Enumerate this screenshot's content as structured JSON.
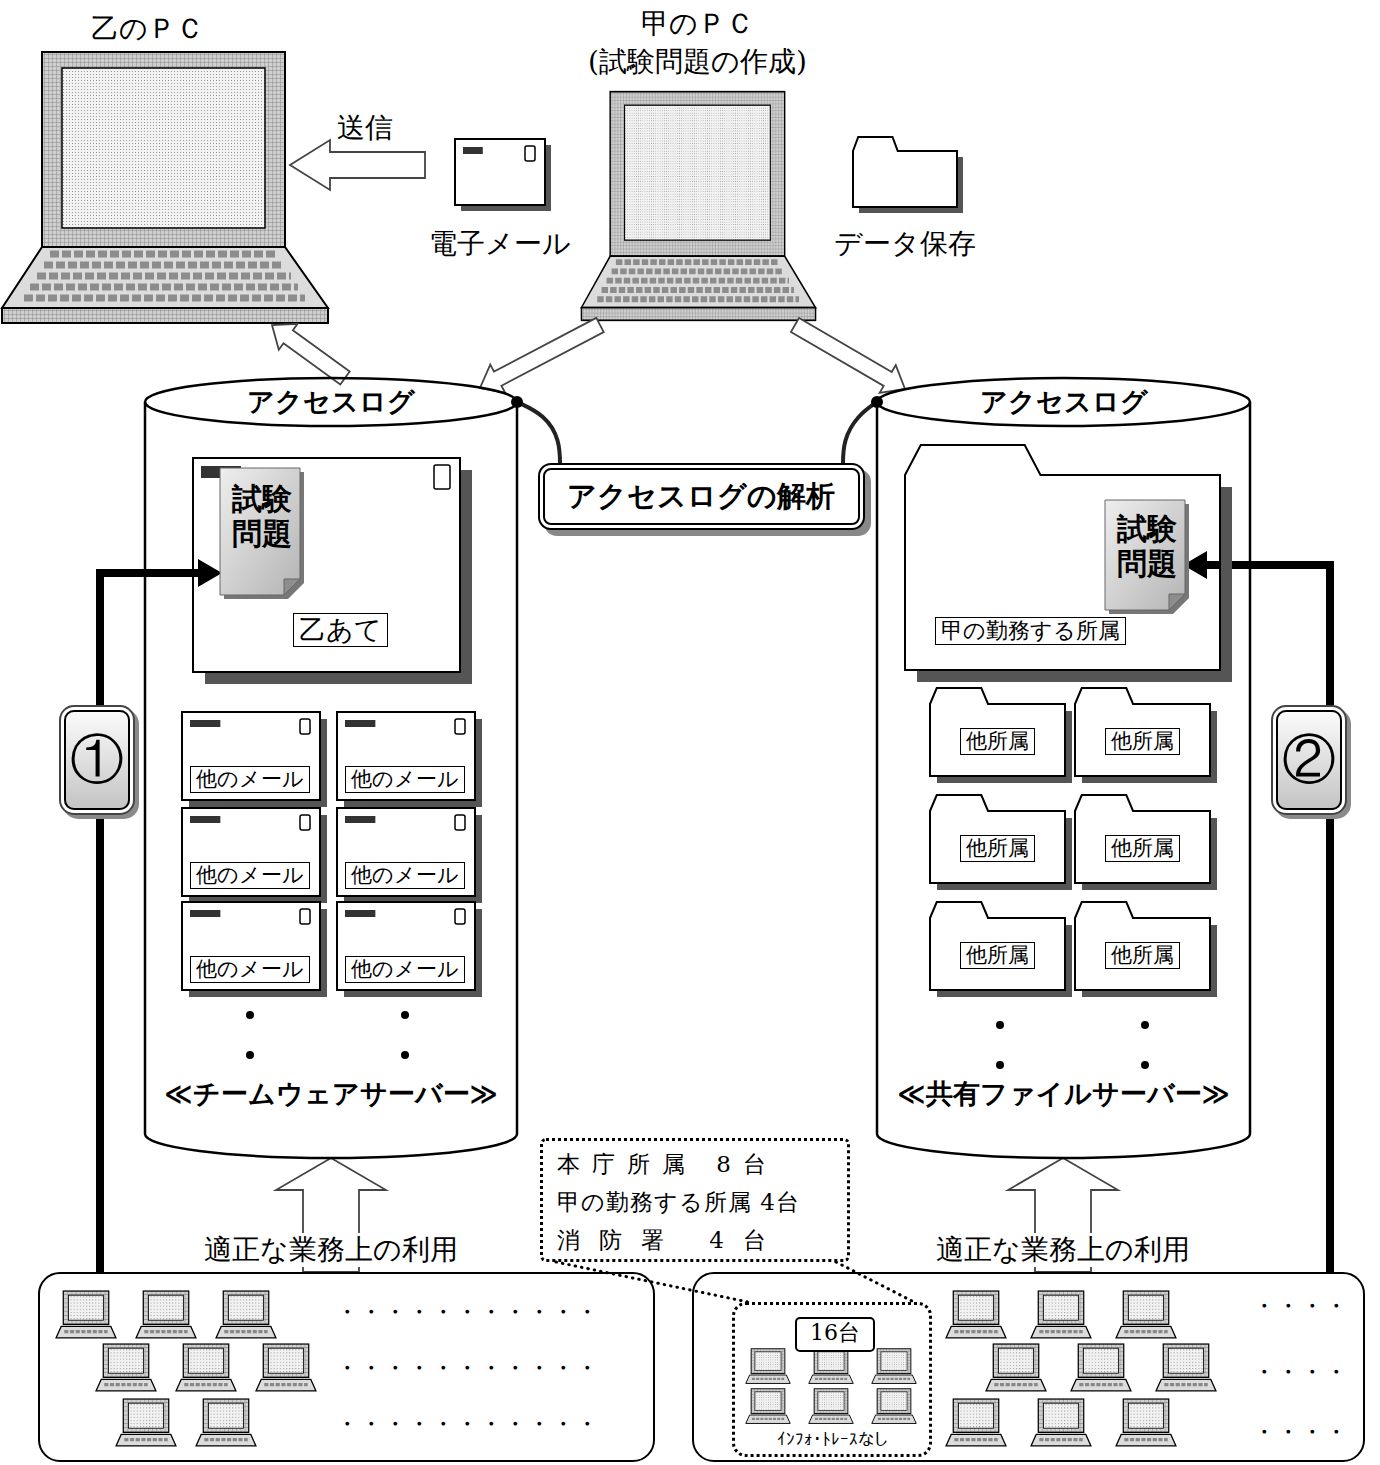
{
  "diagram": {
    "nodes": [
      {
        "text": [
          "乙のＰＣ"
        ]
      },
      {
        "text": [
          "甲のＰＣ",
          "(試験問題の作成)"
        ]
      },
      {
        "text": [
          "電子メール"
        ]
      },
      {
        "text": [
          "データ保存"
        ]
      },
      {
        "text": [
          "アクセスログ",
          "≪チームウェアサーバー≫"
        ]
      },
      {
        "text": [
          "乙あて"
        ],
        "in": 4
      },
      {
        "text": [
          "試験問題"
        ],
        "in": 5
      },
      {
        "text": [
          "他のメール"
        ],
        "in": 4
      },
      {
        "text": [
          "他のメール"
        ],
        "in": 4
      },
      {
        "text": [
          "他のメール"
        ],
        "in": 4
      },
      {
        "text": [
          "他のメール"
        ],
        "in": 4
      },
      {
        "text": [
          "他のメール"
        ],
        "in": 4
      },
      {
        "text": [
          "他のメール"
        ],
        "in": 4
      },
      {
        "text": [
          "アクセスログの解析"
        ]
      },
      {
        "text": [
          "アクセスログ",
          "≪共有ファイルサーバー≫"
        ]
      },
      {
        "text": [
          "甲の勤務する所属"
        ],
        "in": 14
      },
      {
        "text": [
          "試験問題"
        ],
        "in": 15
      },
      {
        "text": [
          "他所属"
        ],
        "in": 14
      },
      {
        "text": [
          "他所属"
        ],
        "in": 14
      },
      {
        "text": [
          "他所属"
        ],
        "in": 14
      },
      {
        "text": [
          "他所属"
        ],
        "in": 14
      },
      {
        "text": [
          "他所属"
        ],
        "in": 14
      },
      {
        "text": [
          "他所属"
        ],
        "in": 14
      },
      {
        "text": [
          "本庁所属 8台",
          "甲の勤務する所属 4台",
          "消防署 4台"
        ]
      },
      {
        "text": [
          "・・・・・・・・・・・",
          "・・・・・・・・・・・",
          "・・・・・・・・・・・"
        ]
      },
      {
        "text": [
          "・・・・",
          "・・・・",
          "・・・・"
        ]
      },
      {
        "text": [
          "ｲﾝﾌｫ・ﾄﾚｰｽなし"
        ],
        "in": 25
      },
      {
        "text": [
          "16台"
        ],
        "in": 26
      }
    ],
    "edges": [
      {
        "from": 2,
        "to": 0,
        "label": "送信",
        "arrow": "to"
      },
      {
        "from": 1,
        "to": 4,
        "arrow": "to"
      },
      {
        "from": 1,
        "to": 14,
        "arrow": "to"
      },
      {
        "from": 4,
        "to": 0,
        "arrow": "to"
      },
      {
        "from": 13,
        "to": 4,
        "arrow": "none"
      },
      {
        "from": 13,
        "to": 14,
        "arrow": "none"
      },
      {
        "from": 24,
        "to": 6,
        "label": "①",
        "arrow": "to"
      },
      {
        "from": 25,
        "to": 16,
        "label": "②",
        "arrow": "to"
      },
      {
        "from": 24,
        "to": 4,
        "label": "適正な業務上の利用",
        "arrow": "to"
      },
      {
        "from": 25,
        "to": 14,
        "label": "適正な業務上の利用",
        "arrow": "to"
      },
      {
        "from": 23,
        "to": 26,
        "arrow": "none"
      },
      {
        "from": 23,
        "to": 26,
        "arrow": "none"
      }
    ]
  }
}
